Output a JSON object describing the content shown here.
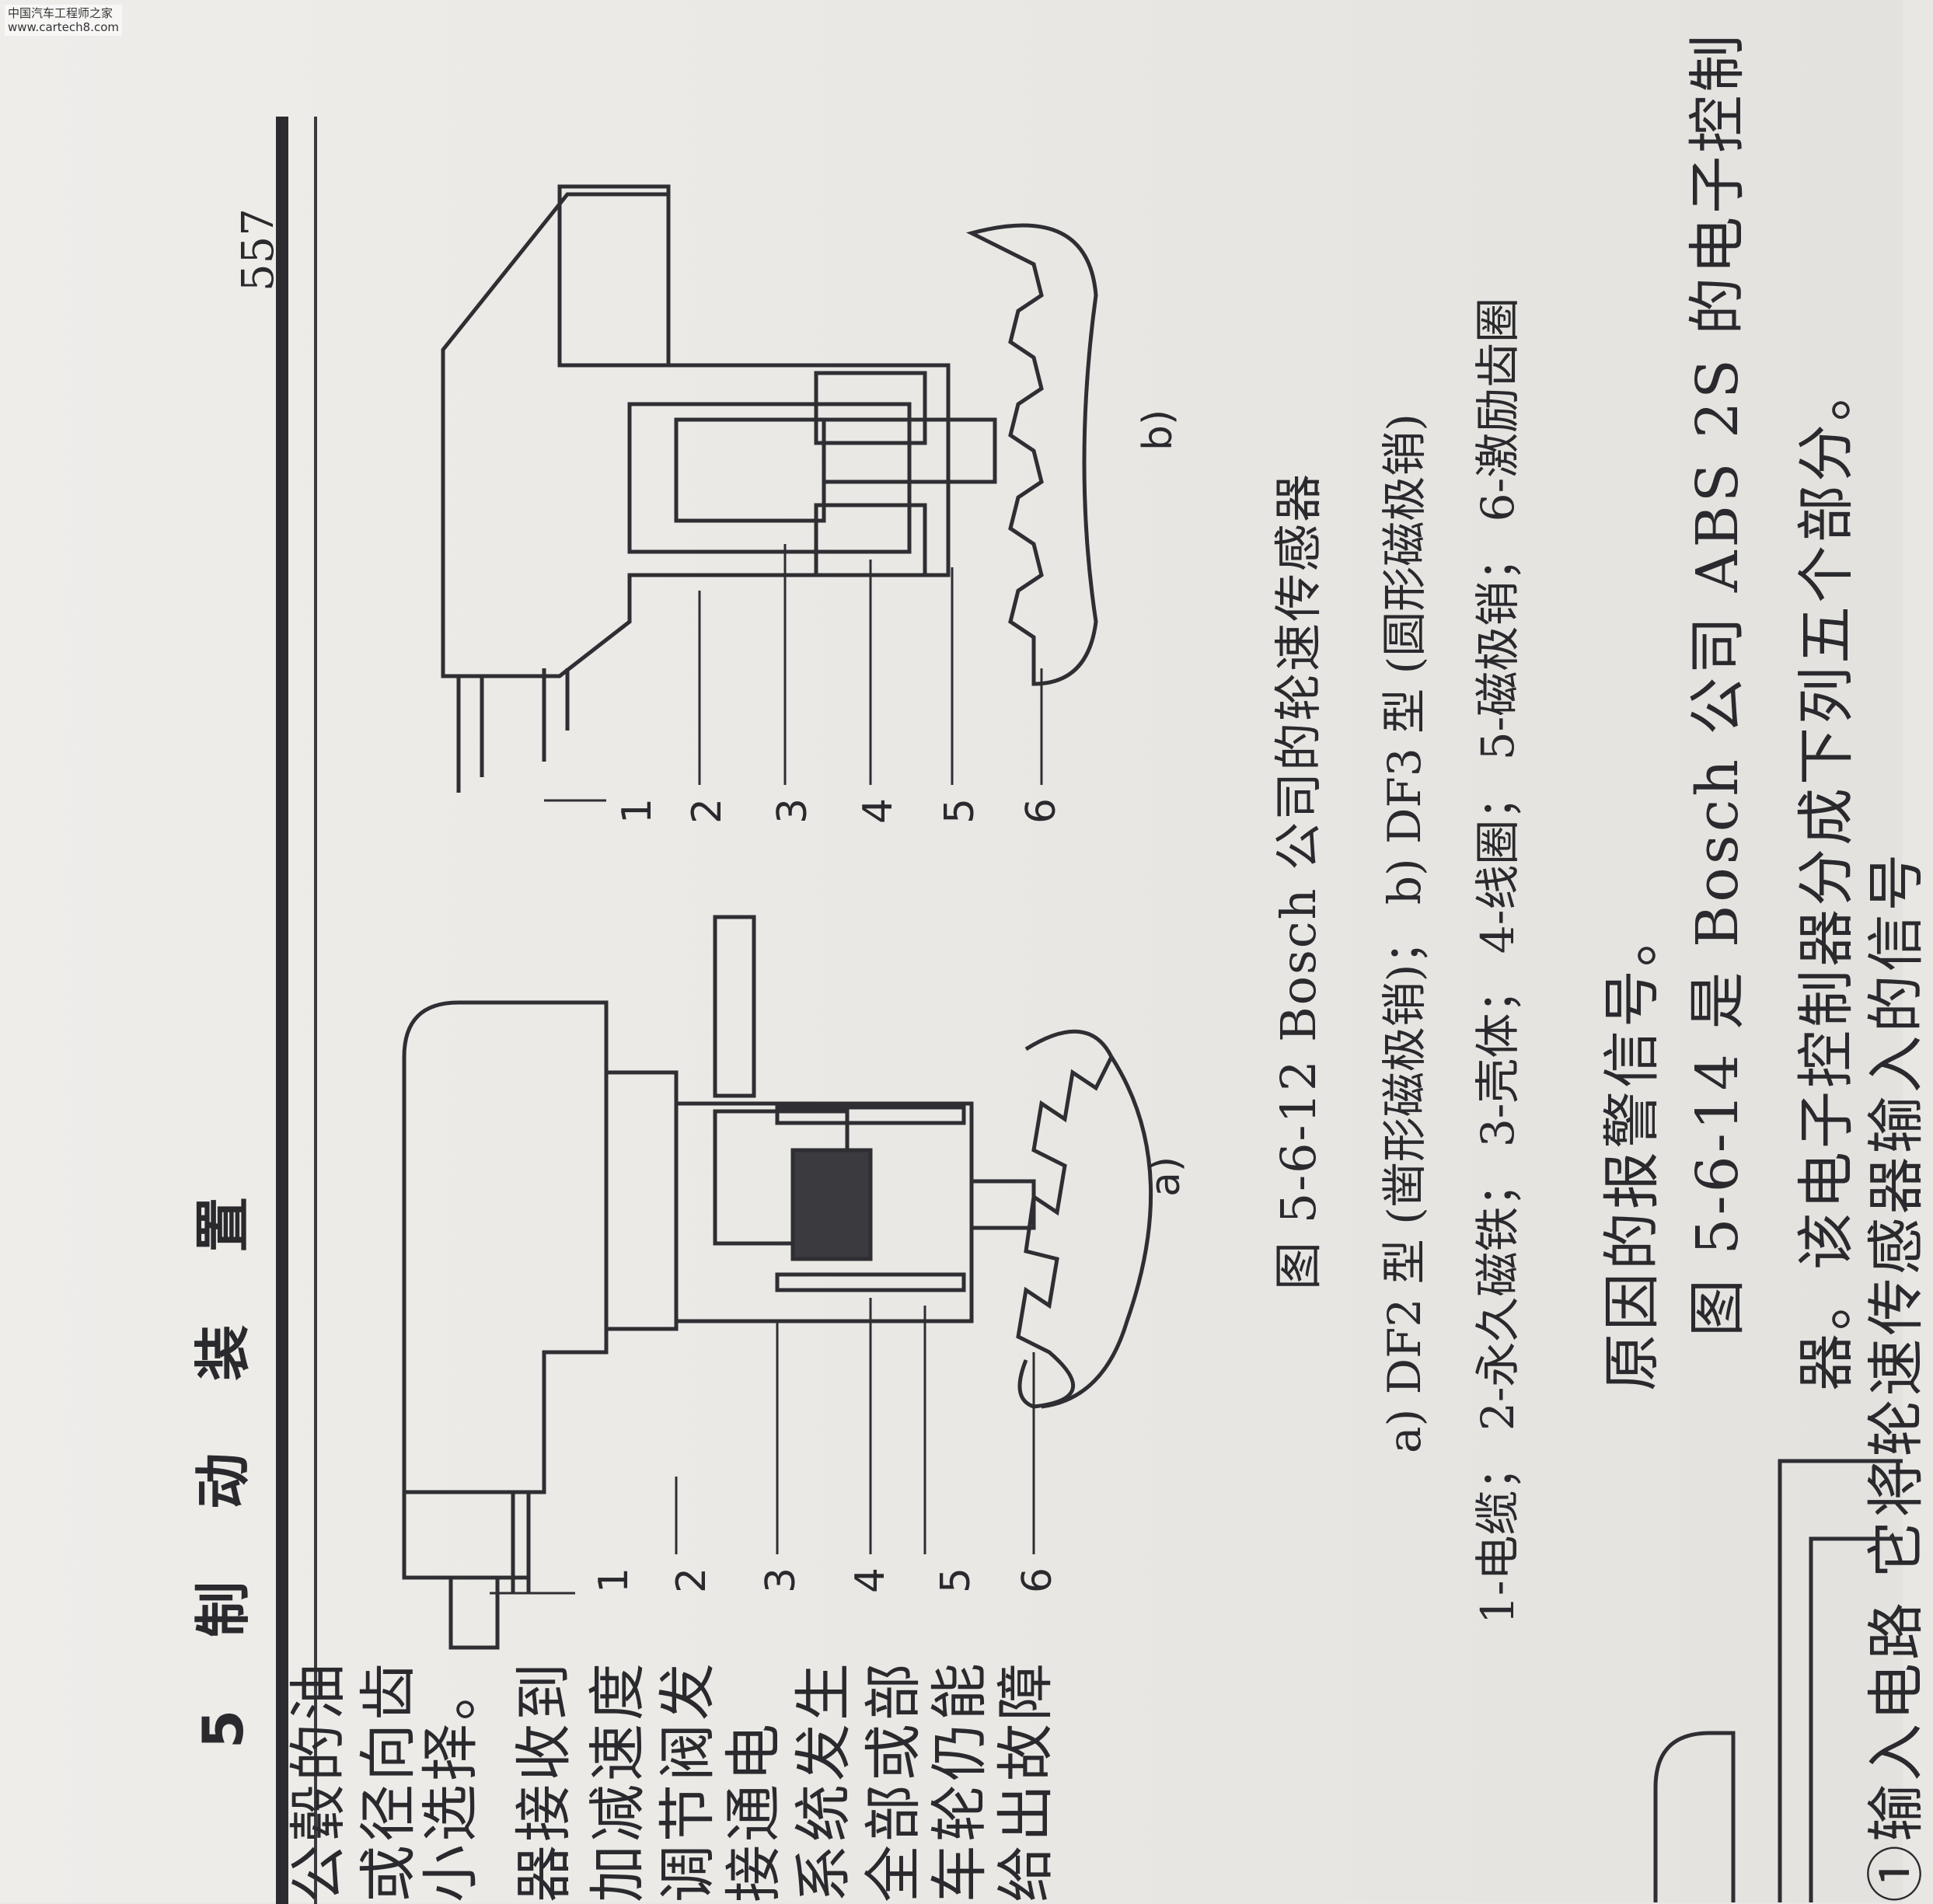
{
  "watermark": {
    "line1": "中国汽车工程师之家",
    "line2": "www.cartech8.com"
  },
  "header": {
    "chapter": "5  制 动 装 置",
    "page_number": "557"
  },
  "figure": {
    "caption": "图 5-6-12   Bosch 公司的轮速传感器",
    "subcaption": "a) DF2 型 (凿形磁极销)；  b) DF3 型 (圆形磁极销)",
    "legend": "1-电缆；  2-永久磁铁；  3-壳体；  4-线圈；  5-磁极销；  6-激励齿圈",
    "panel_a_label": "a)",
    "panel_b_label": "b)",
    "callouts": [
      "1",
      "2",
      "3",
      "4",
      "5",
      "6"
    ]
  },
  "left_column_fragments": [
    "公毂的油",
    "或径向齿",
    "小选择。",
    "器接收到",
    "加减速度",
    "调节阀发",
    "接通电",
    "系统发生",
    "全部或部",
    "车轮仍能",
    "给出故障"
  ],
  "body": {
    "line1": "原因的报警信号。",
    "line2": "图 5-6-14 是 Bosch 公司 ABS 2S 的电子控制",
    "line3": "器。该电子控制器分成下列五个部分。",
    "line4": "①输入电路   它将轮速传感器输入的信号"
  }
}
